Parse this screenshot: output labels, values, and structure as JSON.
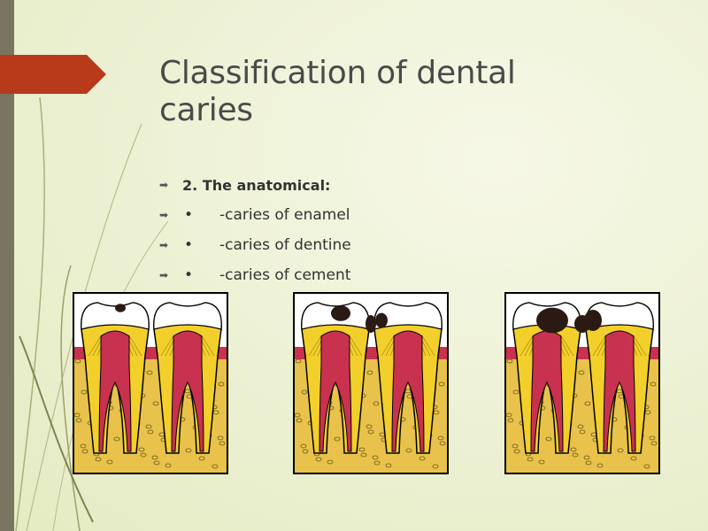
{
  "slide": {
    "title": "Classification of dental caries",
    "bullets": [
      {
        "marker": "",
        "text": "2. The anatomical:"
      },
      {
        "marker": "•",
        "text": "-caries of enamel"
      },
      {
        "marker": "•",
        "text": "-caries of dentine"
      },
      {
        "marker": "•",
        "text": "-caries of cement"
      }
    ]
  },
  "figures": [
    {
      "name": "enamel-caries-illustration",
      "stage": 1
    },
    {
      "name": "dentine-caries-illustration",
      "stage": 2
    },
    {
      "name": "deep-caries-illustration",
      "stage": 3
    }
  ],
  "colors": {
    "background": "#eef2d6",
    "left_bar": "#7a7560",
    "accent": "#b83a1b",
    "enamel": "#f2cf2a",
    "pulp": "#c8324f",
    "bone": "#e8c24a",
    "caries": "#2b1a14"
  }
}
